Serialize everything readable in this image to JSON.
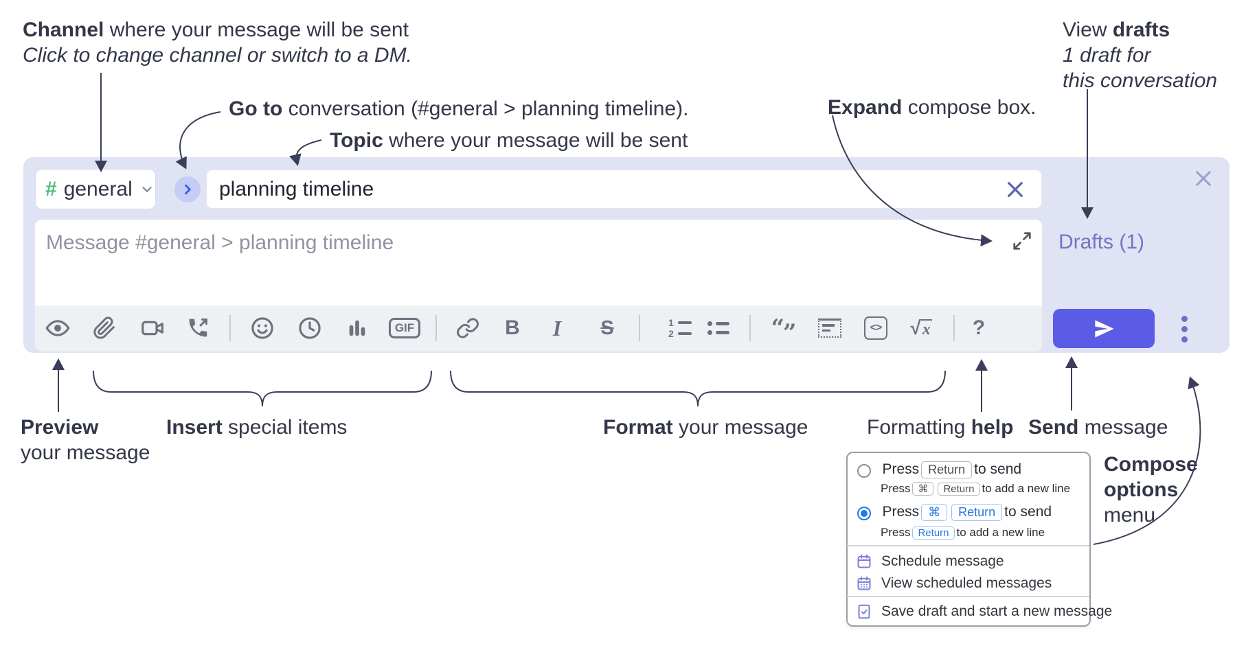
{
  "annotations": {
    "channel": {
      "bold": "Channel",
      "rest": " where your message will be sent",
      "sub": "Click to change channel or switch to a DM."
    },
    "go_to": {
      "bold": "Go to",
      "rest": " conversation (#general > planning timeline)."
    },
    "topic": {
      "bold": "Topic",
      "rest": " where your message will be sent"
    },
    "expand": {
      "bold": "Expand",
      "rest": " compose box."
    },
    "view_drafts": {
      "pre": "View ",
      "bold": "drafts",
      "line2": "1 draft for",
      "line3": "this conversation"
    },
    "preview": {
      "bold": "Preview",
      "line2": "your message"
    },
    "insert": {
      "bold": "Insert",
      "rest": " special items"
    },
    "format": {
      "bold": "Format",
      "rest": " your message"
    },
    "formatting_help": {
      "pre": "Formatting ",
      "bold": "help"
    },
    "send": {
      "bold": "Send",
      "rest": " message"
    },
    "compose_options": {
      "line1": "Compose",
      "line2": "options",
      "line3": "menu"
    }
  },
  "compose": {
    "channel": {
      "hash": "#",
      "name": "general"
    },
    "topic_value": "planning timeline",
    "message_placeholder": "Message #general > planning timeline",
    "drafts_label": "Drafts (1)",
    "toolbar": {
      "gif_label": "GIF",
      "bold_label": "B",
      "italic_label": "I",
      "strike_label": "S",
      "code_label": "<>",
      "math_root": "√",
      "math_x": "x",
      "quote_open": "“",
      "quote_close": "”",
      "ol_1": "1",
      "ol_2": "2",
      "help_label": "?"
    }
  },
  "options_menu": {
    "option1": {
      "pre": "Press",
      "key1": "Return",
      "post": "to send",
      "sub_pre": "Press",
      "sub_key1": "⌘",
      "sub_key2": "Return",
      "sub_post": "to add a new line"
    },
    "option2": {
      "pre": "Press",
      "key1": "⌘",
      "key2": "Return",
      "post": "to send",
      "sub_pre": "Press",
      "sub_key1": "Return",
      "sub_post": "to add a new line"
    },
    "items": {
      "schedule": "Schedule message",
      "view_scheduled": "View scheduled messages",
      "save_draft": "Save draft and start a new message"
    }
  },
  "colors": {
    "compose_bg": "#e0e3f3",
    "accent_indigo": "#5b5ce6",
    "link_purple": "#7276c2",
    "hash_green": "#55bd7b",
    "radio_blue": "#2478e8",
    "icon_grey": "#6e717e",
    "annotation_ink": "#333749"
  }
}
